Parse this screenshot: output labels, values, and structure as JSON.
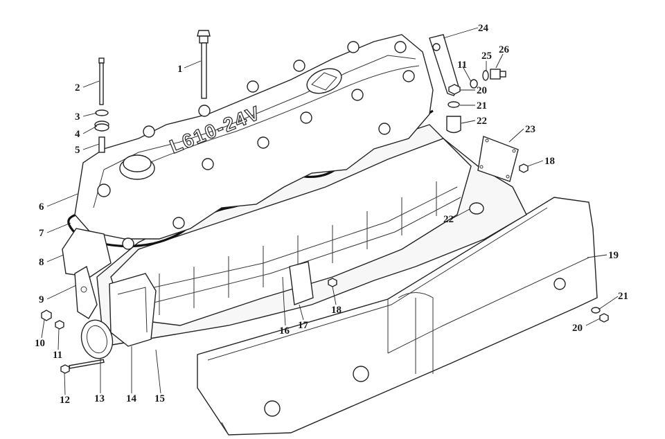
{
  "diagram": {
    "cover_text": "L610-24V",
    "callouts": [
      "1",
      "2",
      "3",
      "4",
      "5",
      "6",
      "7",
      "8",
      "9",
      "10",
      "11",
      "12",
      "13",
      "14",
      "15",
      "16",
      "17",
      "18",
      "19",
      "20",
      "21",
      "22",
      "23",
      "24",
      "25",
      "26",
      "11",
      "20",
      "21",
      "22",
      "18",
      "21",
      "20"
    ]
  }
}
